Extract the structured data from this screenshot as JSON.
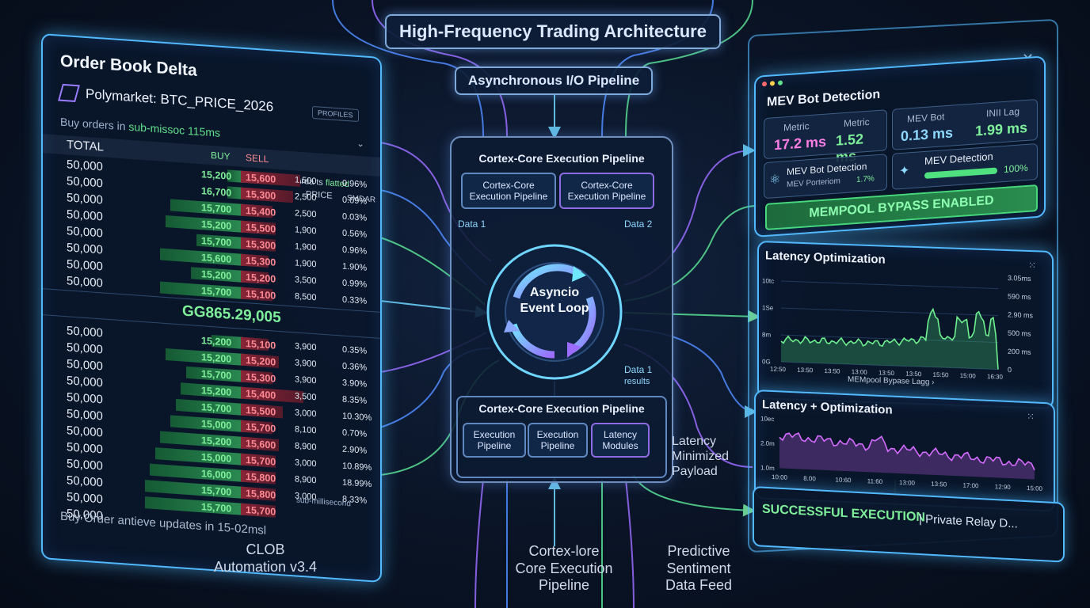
{
  "title": "High-Frequency Trading Architecture",
  "io_pipeline": "Asynchronous I/O Pipeline",
  "order_book": {
    "title": "Order Book Delta",
    "market": "Polymarket: BTC_PRICE_2026",
    "profiles": "PROFILES",
    "subtitle_prefix": "Buy orders in ",
    "subtitle_highlight": "sub-missoc 115ms",
    "chevron": "⌄",
    "note_prefix": "Lell orda ts ",
    "note_highlight": "flatted",
    "headers": {
      "total": "TOTAL",
      "buy": "BUY",
      "sell": "SELL",
      "price": "PRICE",
      "pct": "SMDAR"
    },
    "rows_top": [
      {
        "total": "50,000",
        "buy": "15,200",
        "sell": "15,600",
        "price": "1,500",
        "pct": "0.96%",
        "buyfill": 0.15,
        "sellfill": 0.85
      },
      {
        "total": "50,000",
        "buy": "16,700",
        "sell": "15,300",
        "price": "2,500",
        "pct": "0.09%",
        "buyfill": 0.15,
        "sellfill": 0.75
      },
      {
        "total": "50,000",
        "buy": "15,700",
        "sell": "15,400",
        "price": "2,500",
        "pct": "0.03%",
        "buyfill": 0.7,
        "sellfill": 0.45
      },
      {
        "total": "50,000",
        "buy": "15,200",
        "sell": "15,500",
        "price": "1,900",
        "pct": "0.56%",
        "buyfill": 0.75,
        "sellfill": 0.5
      },
      {
        "total": "50,000",
        "buy": "15,700",
        "sell": "15,300",
        "price": "1,900",
        "pct": "0.96%",
        "buyfill": 0.45,
        "sellfill": 0.5
      },
      {
        "total": "50,000",
        "buy": "15,600",
        "sell": "15,300",
        "price": "1,900",
        "pct": "1.90%",
        "buyfill": 0.8,
        "sellfill": 0.4
      },
      {
        "total": "50,000",
        "buy": "15,200",
        "sell": "15,200",
        "price": "3,500",
        "pct": "0.99%",
        "buyfill": 0.5,
        "sellfill": 0.4
      },
      {
        "total": "50,000",
        "buy": "15,700",
        "sell": "15,100",
        "price": "8,500",
        "pct": "0.33%",
        "buyfill": 0.8,
        "sellfill": 0.45
      }
    ],
    "mid_price": "GG865.29,005",
    "rows_bottom": [
      {
        "total": "50,000",
        "buy": "15,200",
        "sell": "15,100",
        "price": "3,900",
        "pct": "0.35%",
        "buyfill": 0.3,
        "sellfill": 0.4
      },
      {
        "total": "50,000",
        "buy": "15,200",
        "sell": "15,200",
        "price": "3,900",
        "pct": "0.36%",
        "buyfill": 0.75,
        "sellfill": 0.55
      },
      {
        "total": "50,000",
        "buy": "15,700",
        "sell": "15,300",
        "price": "3,900",
        "pct": "3.90%",
        "buyfill": 0.55,
        "sellfill": 0.45
      },
      {
        "total": "50,000",
        "buy": "15,200",
        "sell": "15,400",
        "price": "3,500",
        "pct": "8.35%",
        "buyfill": 0.6,
        "sellfill": 0.9
      },
      {
        "total": "50,000",
        "buy": "15,700",
        "sell": "15,500",
        "price": "3,000",
        "pct": "10.30%",
        "buyfill": 0.65,
        "sellfill": 0.6
      },
      {
        "total": "50,000",
        "buy": "15,000",
        "sell": "15,700",
        "price": "8,100",
        "pct": "0.70%",
        "buyfill": 0.7,
        "sellfill": 0.45
      },
      {
        "total": "50,000",
        "buy": "15,200",
        "sell": "15,600",
        "price": "8,900",
        "pct": "2.90%",
        "buyfill": 0.8,
        "sellfill": 0.55
      },
      {
        "total": "50,000",
        "buy": "15,000",
        "sell": "15,700",
        "price": "3,000",
        "pct": "10.89%",
        "buyfill": 0.85,
        "sellfill": 0.5
      },
      {
        "total": "50,000",
        "buy": "16,000",
        "sell": "15,800",
        "price": "8,900",
        "pct": "18.99%",
        "buyfill": 0.9,
        "sellfill": 0.5
      },
      {
        "total": "50,000",
        "buy": "15,700",
        "sell": "15,800",
        "price": "3,000",
        "pct": "8.33%",
        "buyfill": 0.95,
        "sellfill": 0.5
      },
      {
        "total": "50,000",
        "buy": "15,700",
        "sell": "15,700",
        "price": "",
        "pct": "",
        "buyfill": 0.95,
        "sellfill": 0.5
      },
      {
        "total": "50,000",
        "buy": "",
        "sell": "",
        "price": "",
        "pct": "",
        "buyfill": 0,
        "sellfill": 0
      }
    ],
    "submilli": "sub-millisecond",
    "footer": "Buy Order antieve updates in 15-02msl"
  },
  "core_top": {
    "title": "Cortex-Core Execution Pipeline",
    "module_a": "Cortex-Core Execution Pipeline",
    "module_b": "Cortex-Core Execution Pipeline",
    "data1": "Data 1",
    "data2": "Data 2"
  },
  "loop": {
    "line1": "Asyncio",
    "line2": "Event Loop"
  },
  "core_bottom": {
    "data1_results_a": "Data 1",
    "data1_results_b": "results",
    "title": "Cortex-Core Execution Pipeline",
    "mod1": "Execution Pipeline",
    "mod2": "Execution Pipeline",
    "mod3": "Latency Modules"
  },
  "captions": {
    "clob_a": "CLOB",
    "clob_b": "Automation v3.4",
    "cortex_a": "Cortex-lore",
    "cortex_b": "Core Execution",
    "cortex_c": "Pipeline",
    "pred_a": "Predictive",
    "pred_b": "Sentiment",
    "pred_c": "Data Feed",
    "lat_a": "Latency",
    "lat_b": "Minimized",
    "lat_c": "Payload"
  },
  "close_icon": "✕",
  "mev": {
    "title": "MEV Bot Detection",
    "m1_label": "Metric",
    "m1_value": "17.2 ms",
    "m2_label": "Metric",
    "m2_value": "1.52 ms",
    "m3_label": "MEV Bot",
    "m3_value": "0.13 ms",
    "m4_label": "INII Lag",
    "m4_value": "1.99 ms",
    "det_title": "MEV Bot Detection",
    "det_sub": "MEV Porteriom",
    "det_pct": "1.7%",
    "det2_title": "MEV Detection",
    "det2_pct": "100%",
    "det2_level": 1.0,
    "bypass": "MEMPOOL BYPASS ENABLED",
    "colors": {
      "magenta": "#ff7ee6",
      "green": "#7ff09a"
    }
  },
  "lat1": {
    "title": "Latency Optimization",
    "grid_icon": "⁙",
    "y_left": [
      "10tc",
      "1Se",
      "8m",
      "0G"
    ],
    "y_right": [
      "3.05ms",
      "590 ms",
      "2.90 ms",
      "500 ms",
      "200 ms",
      "0"
    ],
    "x": [
      "12:50",
      "13:50",
      "13:50",
      "13:00",
      "13:50",
      "13:50",
      "15:50",
      "15:00",
      "16:30"
    ],
    "legend": "MEMpool Bypase Lagg ›"
  },
  "lat2": {
    "title": "Latency + Optimization",
    "grid_icon": "⁙",
    "y_left": [
      "10ec",
      "2.0m",
      "1.0m"
    ],
    "x": [
      "10:00",
      "8.00",
      "10:60",
      "11:60",
      "13:00",
      "13:50",
      "17:00",
      "12:90",
      "15:00"
    ]
  },
  "success": {
    "label": "SUCCESSFUL EXECUTION",
    "suffix": "| Private Relay D..."
  }
}
